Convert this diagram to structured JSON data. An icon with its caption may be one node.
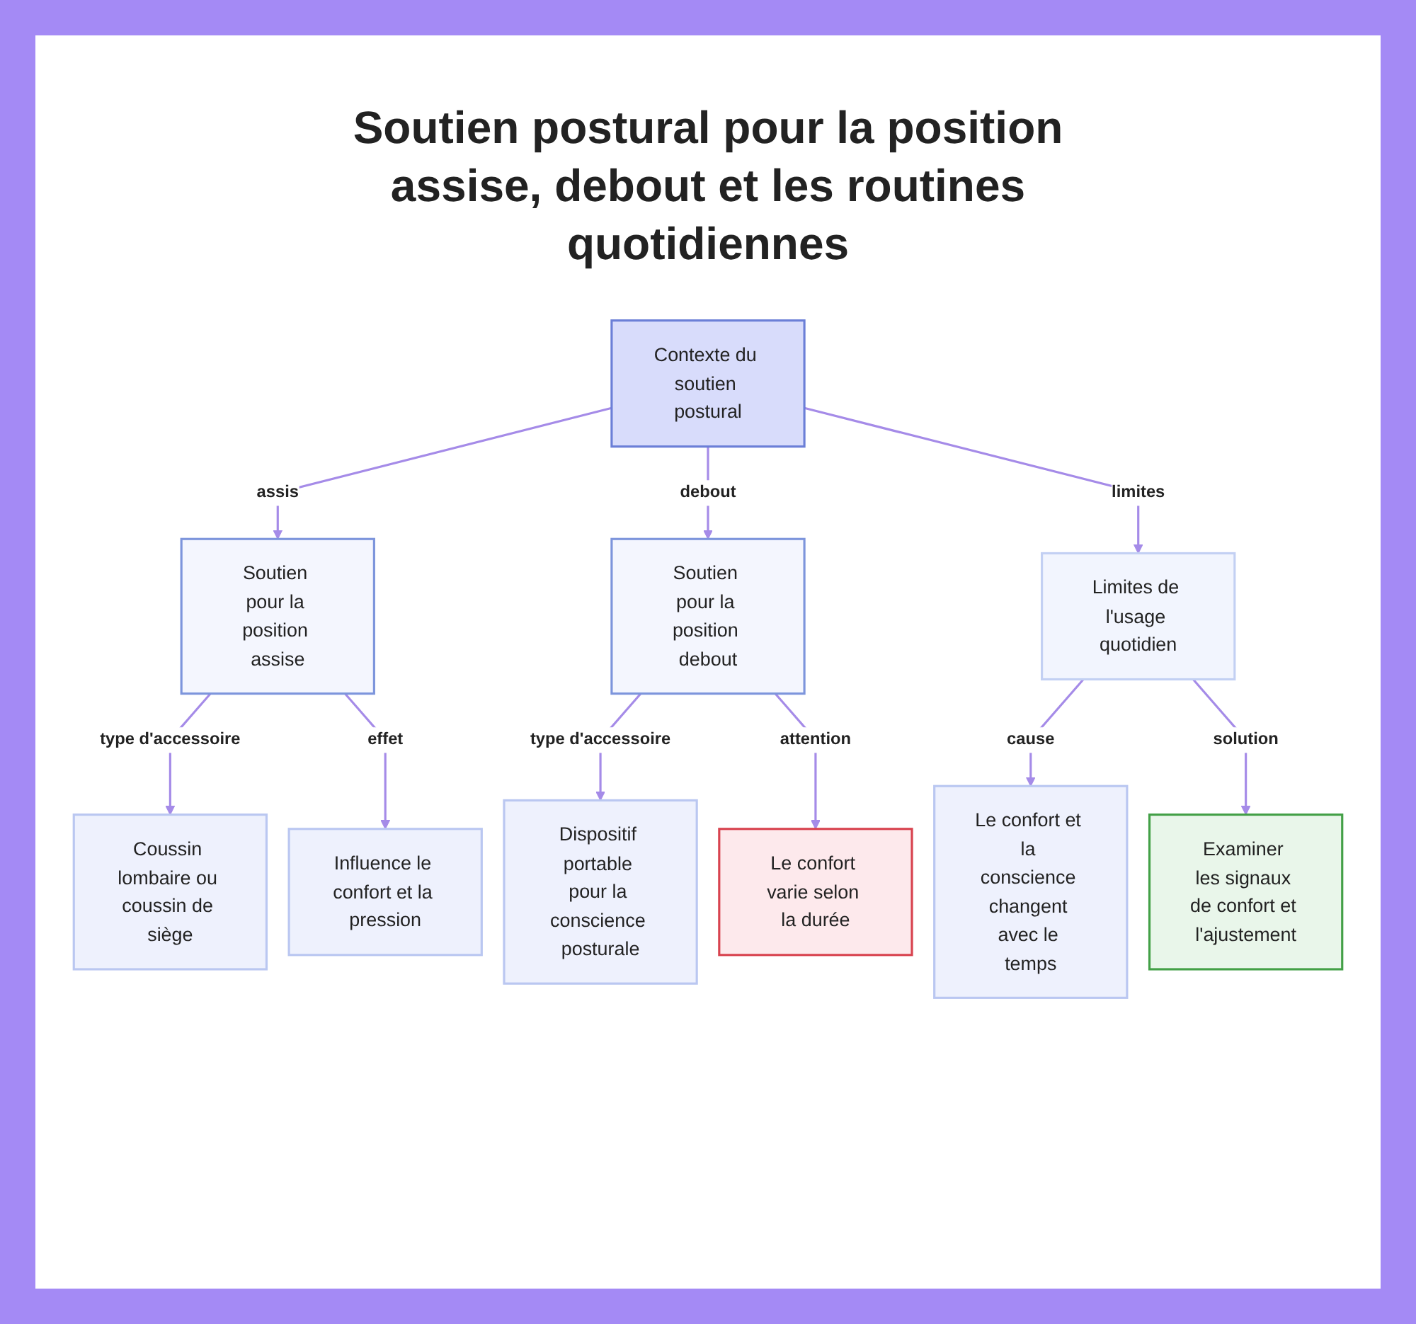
{
  "diagram": {
    "title": "Soutien postural pour la position assise, debout et les routines quotidiennes",
    "nodes": [
      {
        "text": [
          "Contexte du soutien postural"
        ]
      },
      {
        "text": [
          "Soutien pour la position assise"
        ]
      },
      {
        "text": [
          "Soutien pour la position debout"
        ]
      },
      {
        "text": [
          "Limites de l'usage quotidien"
        ]
      },
      {
        "text": [
          "Coussin lombaire ou coussin de siège"
        ]
      },
      {
        "text": [
          "Influence le confort et la pression"
        ]
      },
      {
        "text": [
          "Dispositif portable pour la conscience posturale"
        ]
      },
      {
        "text": [
          "Le confort varie selon la durée"
        ]
      },
      {
        "text": [
          "Le confort et la conscience changent avec le temps"
        ]
      },
      {
        "text": [
          "Examiner les signaux de confort et l'ajustement"
        ]
      }
    ],
    "edges": [
      {
        "from": 0,
        "to": 1,
        "arrow": "to",
        "label": "assis"
      },
      {
        "from": 0,
        "to": 2,
        "arrow": "to",
        "label": "debout"
      },
      {
        "from": 0,
        "to": 3,
        "arrow": "to",
        "label": "limites"
      },
      {
        "from": 1,
        "to": 4,
        "arrow": "to",
        "label": "type d'accessoire"
      },
      {
        "from": 1,
        "to": 5,
        "arrow": "to",
        "label": "effet"
      },
      {
        "from": 2,
        "to": 6,
        "arrow": "to",
        "label": "type d'accessoire"
      },
      {
        "from": 2,
        "to": 7,
        "arrow": "to",
        "label": "attention"
      },
      {
        "from": 3,
        "to": 8,
        "arrow": "to",
        "label": "cause"
      },
      {
        "from": 3,
        "to": 9,
        "arrow": "to",
        "label": "solution"
      }
    ]
  }
}
